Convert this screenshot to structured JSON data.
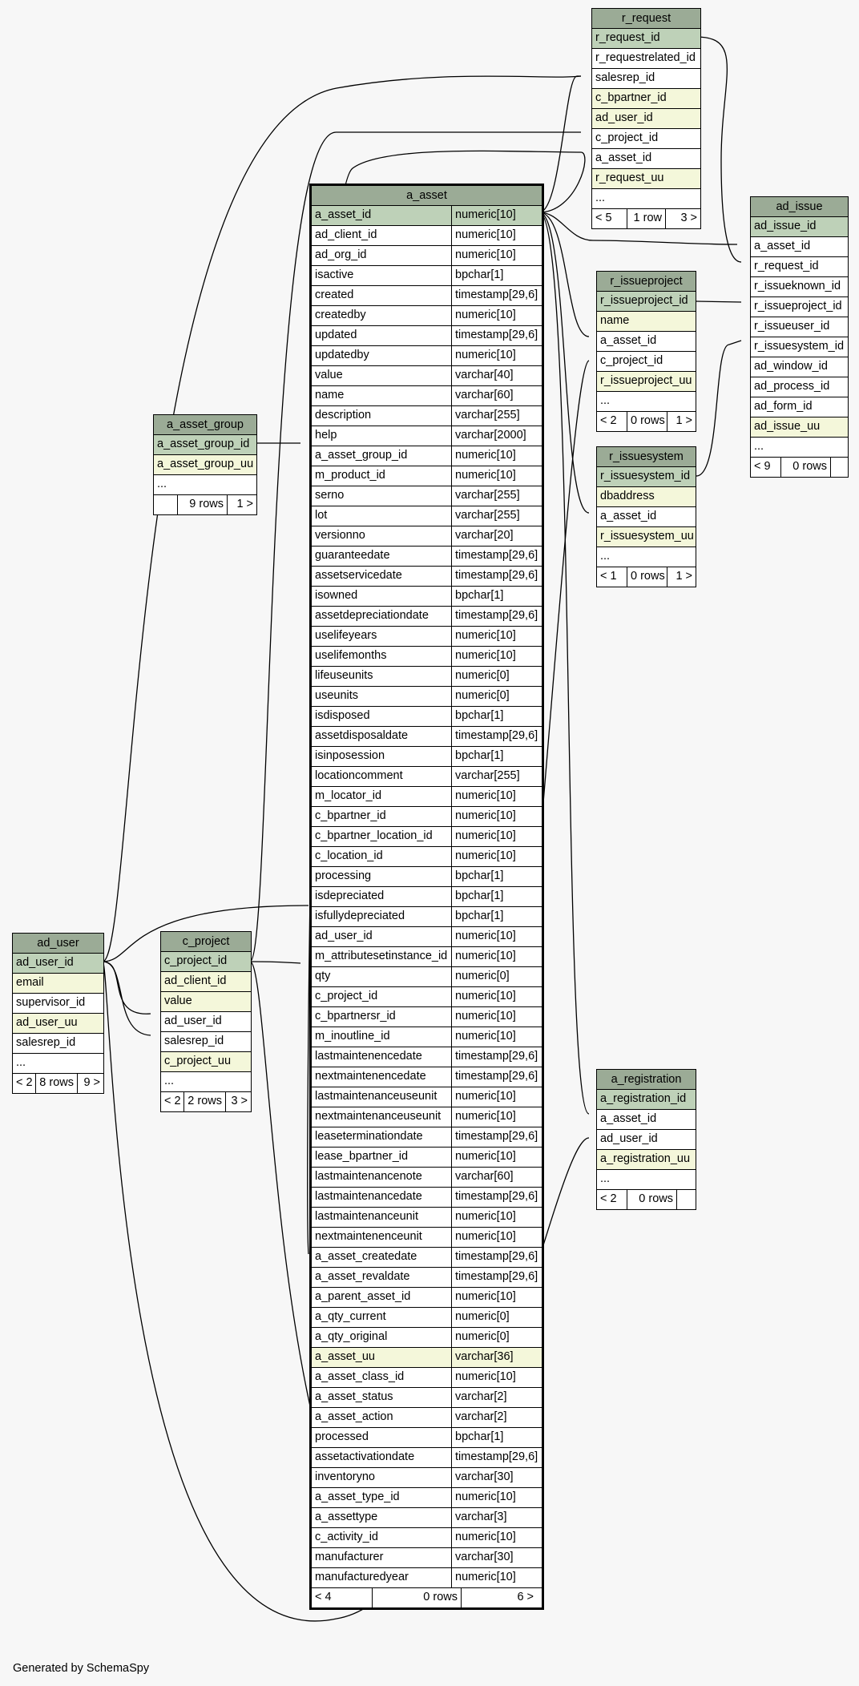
{
  "generated_by": "Generated by SchemaSpy",
  "tables": {
    "r_request": {
      "name": "r_request",
      "columns": [
        {
          "name": "r_request_id",
          "kind": "pk"
        },
        {
          "name": "r_requestrelated_id",
          "kind": ""
        },
        {
          "name": "salesrep_id",
          "kind": ""
        },
        {
          "name": "c_bpartner_id",
          "kind": "uq"
        },
        {
          "name": "ad_user_id",
          "kind": "uq"
        },
        {
          "name": "c_project_id",
          "kind": ""
        },
        {
          "name": "a_asset_id",
          "kind": ""
        },
        {
          "name": "r_request_uu",
          "kind": "uq"
        },
        {
          "name": "...",
          "kind": ""
        }
      ],
      "footer": [
        "< 5",
        "1 row",
        "3 >"
      ]
    },
    "ad_issue": {
      "name": "ad_issue",
      "columns": [
        {
          "name": "ad_issue_id",
          "kind": "pk"
        },
        {
          "name": "a_asset_id",
          "kind": ""
        },
        {
          "name": "r_request_id",
          "kind": ""
        },
        {
          "name": "r_issueknown_id",
          "kind": ""
        },
        {
          "name": "r_issueproject_id",
          "kind": ""
        },
        {
          "name": "r_issueuser_id",
          "kind": ""
        },
        {
          "name": "r_issuesystem_id",
          "kind": ""
        },
        {
          "name": "ad_window_id",
          "kind": ""
        },
        {
          "name": "ad_process_id",
          "kind": ""
        },
        {
          "name": "ad_form_id",
          "kind": ""
        },
        {
          "name": "ad_issue_uu",
          "kind": "uq"
        },
        {
          "name": "...",
          "kind": ""
        }
      ],
      "footer": [
        "< 9",
        "0 rows",
        ""
      ]
    },
    "r_issueproject": {
      "name": "r_issueproject",
      "columns": [
        {
          "name": "r_issueproject_id",
          "kind": "pk"
        },
        {
          "name": "name",
          "kind": "uq"
        },
        {
          "name": "a_asset_id",
          "kind": ""
        },
        {
          "name": "c_project_id",
          "kind": ""
        },
        {
          "name": "r_issueproject_uu",
          "kind": "uq"
        },
        {
          "name": "...",
          "kind": ""
        }
      ],
      "footer": [
        "< 2",
        "0 rows",
        "1 >"
      ]
    },
    "r_issuesystem": {
      "name": "r_issuesystem",
      "columns": [
        {
          "name": "r_issuesystem_id",
          "kind": "pk"
        },
        {
          "name": "dbaddress",
          "kind": "uq"
        },
        {
          "name": "a_asset_id",
          "kind": ""
        },
        {
          "name": "r_issuesystem_uu",
          "kind": "uq"
        },
        {
          "name": "...",
          "kind": ""
        }
      ],
      "footer": [
        "< 1",
        "0 rows",
        "1 >"
      ]
    },
    "a_asset_group": {
      "name": "a_asset_group",
      "columns": [
        {
          "name": "a_asset_group_id",
          "kind": "pk"
        },
        {
          "name": "a_asset_group_uu",
          "kind": "uq"
        },
        {
          "name": "...",
          "kind": ""
        }
      ],
      "footer": [
        "",
        "9 rows",
        "1 >"
      ]
    },
    "ad_user": {
      "name": "ad_user",
      "columns": [
        {
          "name": "ad_user_id",
          "kind": "pk"
        },
        {
          "name": "email",
          "kind": "uq"
        },
        {
          "name": "supervisor_id",
          "kind": ""
        },
        {
          "name": "ad_user_uu",
          "kind": "uq"
        },
        {
          "name": "salesrep_id",
          "kind": ""
        },
        {
          "name": "...",
          "kind": ""
        }
      ],
      "footer": [
        "< 2",
        "8 rows",
        "9 >"
      ]
    },
    "c_project": {
      "name": "c_project",
      "columns": [
        {
          "name": "c_project_id",
          "kind": "pk"
        },
        {
          "name": "ad_client_id",
          "kind": "uq"
        },
        {
          "name": "value",
          "kind": "uq"
        },
        {
          "name": "ad_user_id",
          "kind": ""
        },
        {
          "name": "salesrep_id",
          "kind": ""
        },
        {
          "name": "c_project_uu",
          "kind": "uq"
        },
        {
          "name": "...",
          "kind": ""
        }
      ],
      "footer": [
        "< 2",
        "2 rows",
        "3 >"
      ]
    },
    "a_registration": {
      "name": "a_registration",
      "columns": [
        {
          "name": "a_registration_id",
          "kind": "pk"
        },
        {
          "name": "a_asset_id",
          "kind": ""
        },
        {
          "name": "ad_user_id",
          "kind": ""
        },
        {
          "name": "a_registration_uu",
          "kind": "uq"
        },
        {
          "name": "...",
          "kind": ""
        }
      ],
      "footer": [
        "< 2",
        "0 rows",
        ""
      ]
    },
    "a_asset": {
      "name": "a_asset",
      "columns": [
        {
          "name": "a_asset_id",
          "type": "numeric[10]",
          "kind": "pk"
        },
        {
          "name": "ad_client_id",
          "type": "numeric[10]",
          "kind": ""
        },
        {
          "name": "ad_org_id",
          "type": "numeric[10]",
          "kind": ""
        },
        {
          "name": "isactive",
          "type": "bpchar[1]",
          "kind": ""
        },
        {
          "name": "created",
          "type": "timestamp[29,6]",
          "kind": ""
        },
        {
          "name": "createdby",
          "type": "numeric[10]",
          "kind": ""
        },
        {
          "name": "updated",
          "type": "timestamp[29,6]",
          "kind": ""
        },
        {
          "name": "updatedby",
          "type": "numeric[10]",
          "kind": ""
        },
        {
          "name": "value",
          "type": "varchar[40]",
          "kind": ""
        },
        {
          "name": "name",
          "type": "varchar[60]",
          "kind": ""
        },
        {
          "name": "description",
          "type": "varchar[255]",
          "kind": ""
        },
        {
          "name": "help",
          "type": "varchar[2000]",
          "kind": ""
        },
        {
          "name": "a_asset_group_id",
          "type": "numeric[10]",
          "kind": ""
        },
        {
          "name": "m_product_id",
          "type": "numeric[10]",
          "kind": ""
        },
        {
          "name": "serno",
          "type": "varchar[255]",
          "kind": ""
        },
        {
          "name": "lot",
          "type": "varchar[255]",
          "kind": ""
        },
        {
          "name": "versionno",
          "type": "varchar[20]",
          "kind": ""
        },
        {
          "name": "guaranteedate",
          "type": "timestamp[29,6]",
          "kind": ""
        },
        {
          "name": "assetservicedate",
          "type": "timestamp[29,6]",
          "kind": ""
        },
        {
          "name": "isowned",
          "type": "bpchar[1]",
          "kind": ""
        },
        {
          "name": "assetdepreciationdate",
          "type": "timestamp[29,6]",
          "kind": ""
        },
        {
          "name": "uselifeyears",
          "type": "numeric[10]",
          "kind": ""
        },
        {
          "name": "uselifemonths",
          "type": "numeric[10]",
          "kind": ""
        },
        {
          "name": "lifeuseunits",
          "type": "numeric[0]",
          "kind": ""
        },
        {
          "name": "useunits",
          "type": "numeric[0]",
          "kind": ""
        },
        {
          "name": "isdisposed",
          "type": "bpchar[1]",
          "kind": ""
        },
        {
          "name": "assetdisposaldate",
          "type": "timestamp[29,6]",
          "kind": ""
        },
        {
          "name": "isinposession",
          "type": "bpchar[1]",
          "kind": ""
        },
        {
          "name": "locationcomment",
          "type": "varchar[255]",
          "kind": ""
        },
        {
          "name": "m_locator_id",
          "type": "numeric[10]",
          "kind": ""
        },
        {
          "name": "c_bpartner_id",
          "type": "numeric[10]",
          "kind": ""
        },
        {
          "name": "c_bpartner_location_id",
          "type": "numeric[10]",
          "kind": ""
        },
        {
          "name": "c_location_id",
          "type": "numeric[10]",
          "kind": ""
        },
        {
          "name": "processing",
          "type": "bpchar[1]",
          "kind": ""
        },
        {
          "name": "isdepreciated",
          "type": "bpchar[1]",
          "kind": ""
        },
        {
          "name": "isfullydepreciated",
          "type": "bpchar[1]",
          "kind": ""
        },
        {
          "name": "ad_user_id",
          "type": "numeric[10]",
          "kind": ""
        },
        {
          "name": "m_attributesetinstance_id",
          "type": "numeric[10]",
          "kind": ""
        },
        {
          "name": "qty",
          "type": "numeric[0]",
          "kind": ""
        },
        {
          "name": "c_project_id",
          "type": "numeric[10]",
          "kind": ""
        },
        {
          "name": "c_bpartnersr_id",
          "type": "numeric[10]",
          "kind": ""
        },
        {
          "name": "m_inoutline_id",
          "type": "numeric[10]",
          "kind": ""
        },
        {
          "name": "lastmaintenencedate",
          "type": "timestamp[29,6]",
          "kind": ""
        },
        {
          "name": "nextmaintenencedate",
          "type": "timestamp[29,6]",
          "kind": ""
        },
        {
          "name": "lastmaintenanceuseunit",
          "type": "numeric[10]",
          "kind": ""
        },
        {
          "name": "nextmaintenanceuseunit",
          "type": "numeric[10]",
          "kind": ""
        },
        {
          "name": "leaseterminationdate",
          "type": "timestamp[29,6]",
          "kind": ""
        },
        {
          "name": "lease_bpartner_id",
          "type": "numeric[10]",
          "kind": ""
        },
        {
          "name": "lastmaintenancenote",
          "type": "varchar[60]",
          "kind": ""
        },
        {
          "name": "lastmaintenancedate",
          "type": "timestamp[29,6]",
          "kind": ""
        },
        {
          "name": "lastmaintenanceunit",
          "type": "numeric[10]",
          "kind": ""
        },
        {
          "name": "nextmaintenenceunit",
          "type": "numeric[10]",
          "kind": ""
        },
        {
          "name": "a_asset_createdate",
          "type": "timestamp[29,6]",
          "kind": ""
        },
        {
          "name": "a_asset_revaldate",
          "type": "timestamp[29,6]",
          "kind": ""
        },
        {
          "name": "a_parent_asset_id",
          "type": "numeric[10]",
          "kind": ""
        },
        {
          "name": "a_qty_current",
          "type": "numeric[0]",
          "kind": ""
        },
        {
          "name": "a_qty_original",
          "type": "numeric[0]",
          "kind": ""
        },
        {
          "name": "a_asset_uu",
          "type": "varchar[36]",
          "kind": "uq"
        },
        {
          "name": "a_asset_class_id",
          "type": "numeric[10]",
          "kind": ""
        },
        {
          "name": "a_asset_status",
          "type": "varchar[2]",
          "kind": ""
        },
        {
          "name": "a_asset_action",
          "type": "varchar[2]",
          "kind": ""
        },
        {
          "name": "processed",
          "type": "bpchar[1]",
          "kind": ""
        },
        {
          "name": "assetactivationdate",
          "type": "timestamp[29,6]",
          "kind": ""
        },
        {
          "name": "inventoryno",
          "type": "varchar[30]",
          "kind": ""
        },
        {
          "name": "a_asset_type_id",
          "type": "numeric[10]",
          "kind": ""
        },
        {
          "name": "a_assettype",
          "type": "varchar[3]",
          "kind": ""
        },
        {
          "name": "c_activity_id",
          "type": "numeric[10]",
          "kind": ""
        },
        {
          "name": "manufacturer",
          "type": "varchar[30]",
          "kind": ""
        },
        {
          "name": "manufacturedyear",
          "type": "numeric[10]",
          "kind": ""
        }
      ],
      "footer": [
        "< 4",
        "0 rows",
        "6 >"
      ]
    }
  }
}
